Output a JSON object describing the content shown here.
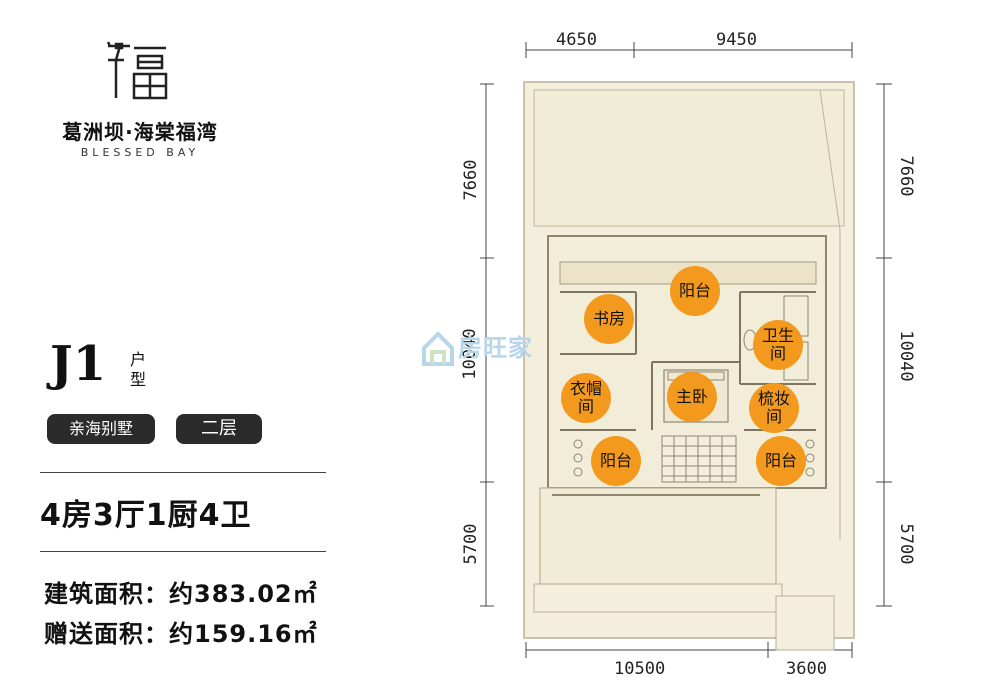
{
  "brand": {
    "name_cn": "葛洲坝·海棠福湾",
    "name_en": "BLESSED BAY"
  },
  "unit": {
    "code": "J1",
    "suffix_line1": "户",
    "suffix_line2": "型",
    "type_tag": "亲海别墅",
    "floor_tag": "二层",
    "layout": "4房3厅1厨4卫",
    "built_area": "建筑面积：约383.02㎡",
    "gift_area": "赠送面积：约159.16㎡"
  },
  "dimensions": {
    "top_left": "4650",
    "top_right": "9450",
    "left_top": "7660",
    "left_mid": "10040",
    "left_bottom": "5700",
    "right_top": "7660",
    "right_mid": "10040",
    "right_bottom": "5700",
    "bottom_left": "10500",
    "bottom_right": "3600"
  },
  "rooms": {
    "balcony_top": "阳台",
    "study": "书房",
    "bath": "卫生\n间",
    "closet": "衣帽\n间",
    "master": "主卧",
    "dressing": "梳妆\n间",
    "balcony_left": "阳台",
    "balcony_right": "阳台"
  },
  "watermark": "房旺家",
  "colors": {
    "room_circle": "#f39a1e",
    "tag_bg": "#2b2b2b",
    "plan_bg": "#f3efdc",
    "plan_line": "#b9b09a"
  }
}
